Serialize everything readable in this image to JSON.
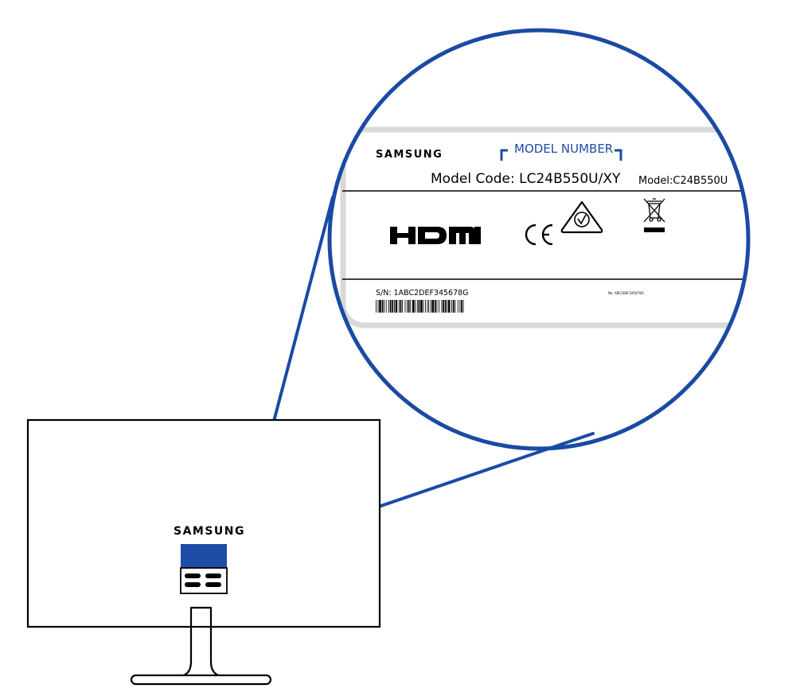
{
  "monitor": {
    "brand": "SAMSUNG"
  },
  "label": {
    "brand": "SAMSUNG",
    "callout_title": "MODEL NUMBER",
    "model_code": "Model Code: LC24B550U/XY",
    "model": "Model:C24B550U",
    "hdmi_logo": "HDMI",
    "ce_mark": "CE",
    "serial": "S/N: 1ABC2DEF345678G",
    "small_code": "No. ABC2DEF345678G"
  },
  "colors": {
    "accent": "#1a4aa4",
    "label_blue": "#1e4ba6",
    "outline": "#000000",
    "label_border": "#d9d9d9"
  },
  "icons": [
    "hdmi-logo-icon",
    "ce-mark-icon",
    "rcm-compliance-icon",
    "weee-bin-icon",
    "barcode-icon"
  ]
}
